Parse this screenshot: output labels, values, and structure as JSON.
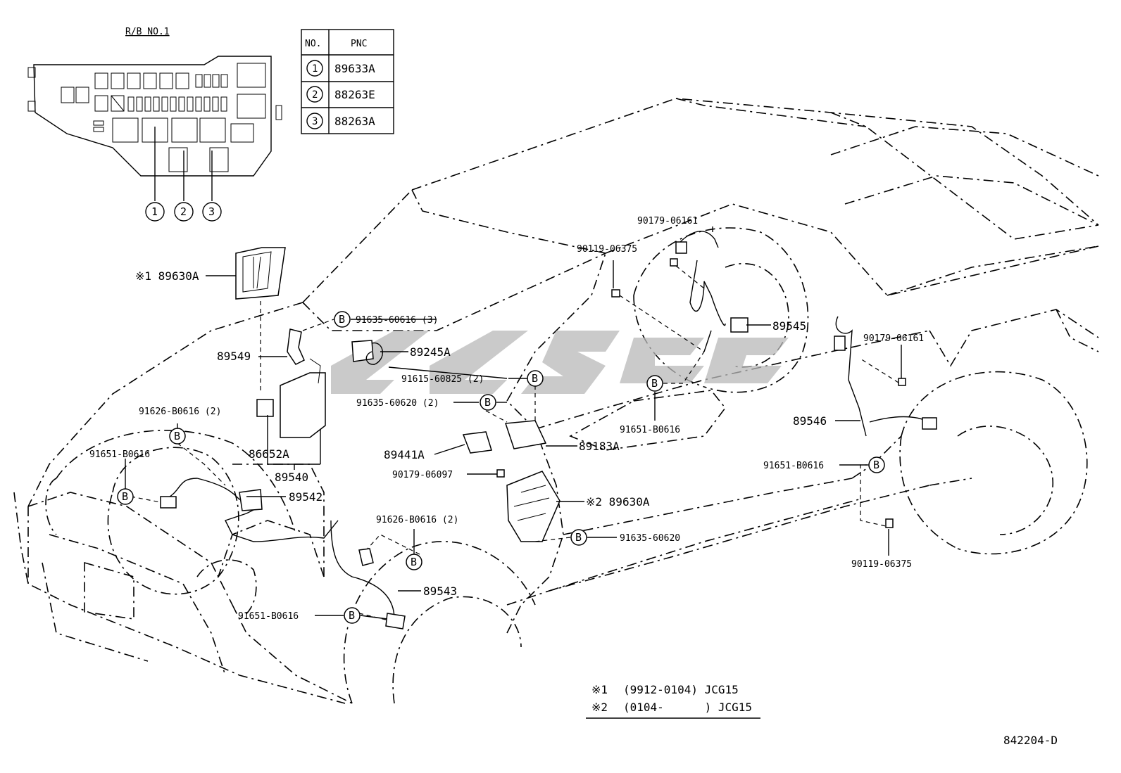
{
  "relay_block": {
    "title": "R/B NO.1",
    "callouts": [
      "1",
      "2",
      "3"
    ]
  },
  "pnc_table": {
    "headers": [
      "NO.",
      "PNC"
    ],
    "rows": [
      {
        "no": "1",
        "pnc": "89633A"
      },
      {
        "no": "2",
        "pnc": "88263E"
      },
      {
        "no": "3",
        "pnc": "88263A"
      }
    ]
  },
  "part_labels": {
    "p89630A_1": "※1 89630A",
    "p91635_60616": "91635-60616 (3)",
    "p89245A": "89245A",
    "p89549": "89549",
    "p91615_60825": "91615-60825 (2)",
    "p91635_60620_2": "91635-60620 (2)",
    "p91626_B0616_a": "91626-B0616 (2)",
    "p91651_B0616_a": "91651-B0616",
    "p86652A": "86652A",
    "p89540": "89540",
    "p89542": "89542",
    "p89441A": "89441A",
    "p90179_06097": "90179-06097",
    "p89183A": "89183A",
    "p89630A_2": "※2 89630A",
    "p91635_60620": "91635-60620",
    "p91626_B0616_b": "91626-B0616 (2)",
    "p89543": "89543",
    "p91651_B0616_b": "91651-B0616",
    "p90179_06161_a": "90179-06161",
    "p90119_06375_a": "90119-06375",
    "p89545": "89545",
    "p91651_B0616_c": "91651-B0616",
    "p90179_06161_b": "90179-06161",
    "p89546": "89546",
    "p91651_B0616_d": "91651-B0616",
    "p90119_06375_b": "90119-06375"
  },
  "bolt_marker": "B",
  "notes": [
    {
      "mark": "※1",
      "text": "(9912-0104) JCG15"
    },
    {
      "mark": "※2",
      "text": "(0104-      ) JCG15"
    }
  ],
  "figure_id": "842204-D"
}
